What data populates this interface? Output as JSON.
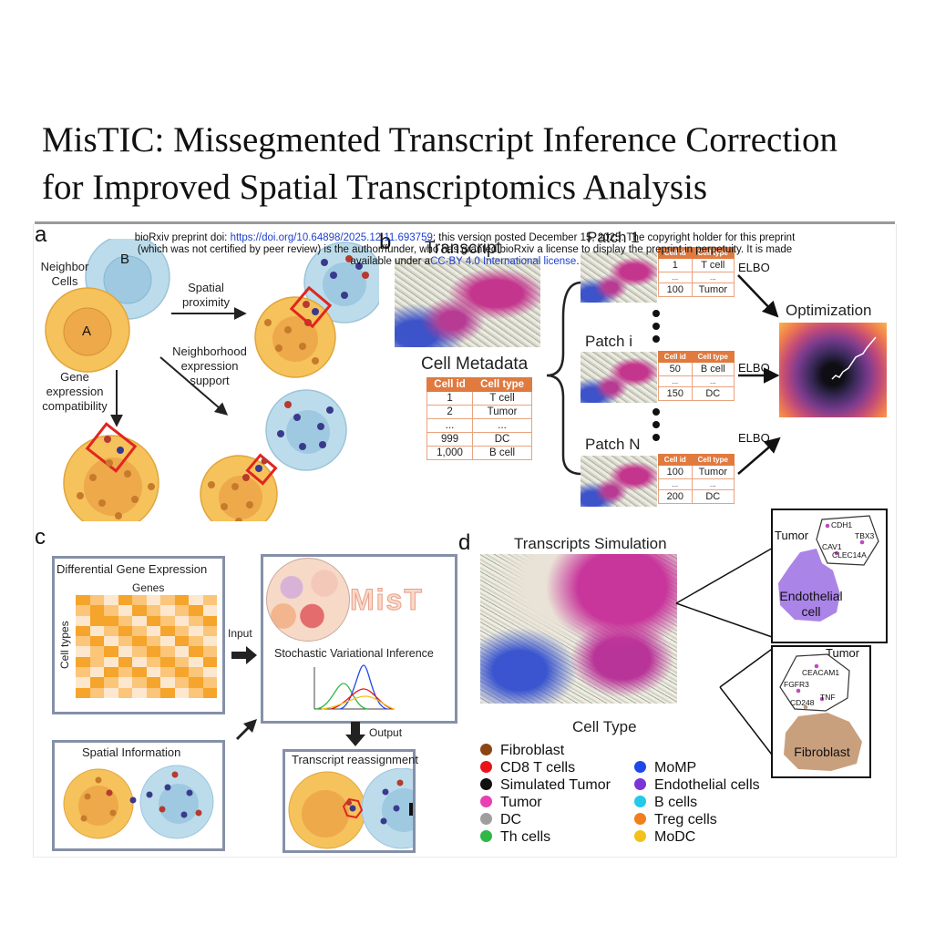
{
  "title": {
    "line1": "MisTIC: Missegmented Transcript Inference Correction",
    "line2": "for Improved Spatial Transcriptomics Analysis"
  },
  "notice": {
    "prefix": "bioRxiv preprint doi: ",
    "doi": "https://doi.org/10.64898/2025.12.11.693759",
    "mid": "; this version posted December 15, 2025. The copyright holder for this preprint",
    "line2": "(which was not certified by peer review) is the author/funder, who has granted bioRxiv a license to display the preprint in perpetuity. It is made",
    "line3_prefix": "available under a",
    "license": "CC-BY 4.0 International license",
    "line3_suffix": "."
  },
  "panel_a": {
    "label": "a",
    "neighbor_cells": "Neighbor\nCells",
    "cell_b": "B",
    "cell_a": "A",
    "spatial_proximity": "Spatial\nproximity",
    "neighborhood": "Neighborhood\nexpression\nsupport",
    "gene_expression": "Gene\nexpression\ncompatibility"
  },
  "panel_b": {
    "label": "b",
    "transcript": "Transcript",
    "cell_metadata": "Cell Metadata",
    "meta_headers": [
      "Cell id",
      "Cell type"
    ],
    "meta_rows": [
      [
        "1",
        "T cell"
      ],
      [
        "2",
        "Tumor"
      ],
      [
        "...",
        "..."
      ],
      [
        "999",
        "DC"
      ],
      [
        "1,000",
        "B cell"
      ]
    ],
    "patch1": "Patch 1",
    "patchi": "Patch i",
    "patchN": "Patch N",
    "patch_headers": [
      "Cell id",
      "Cell type"
    ],
    "patch1_rows": [
      [
        "1",
        "T cell"
      ],
      [
        "...",
        "..."
      ],
      [
        "100",
        "Tumor"
      ]
    ],
    "patchi_rows": [
      [
        "50",
        "B cell"
      ],
      [
        "...",
        "..."
      ],
      [
        "150",
        "DC"
      ]
    ],
    "patchN_rows": [
      [
        "100",
        "Tumor"
      ],
      [
        "...",
        "..."
      ],
      [
        "200",
        "DC"
      ]
    ],
    "elbo": "ELBO",
    "optimization": "Optimization"
  },
  "panel_c": {
    "label": "c",
    "dge_title": "Differential Gene Expression",
    "genes": "Genes",
    "cell_types": "Cell types",
    "input": "Input",
    "logo_text": "MisT",
    "svi": "Stochastic Variational Inference",
    "output": "Output",
    "spatial_info": "Spatial Information",
    "reassignment": "Transcript reassignment",
    "heatmap": [
      [
        3,
        2,
        1,
        3,
        2,
        1,
        2,
        3,
        1,
        2
      ],
      [
        2,
        3,
        2,
        1,
        3,
        2,
        1,
        2,
        3,
        1
      ],
      [
        1,
        3,
        3,
        2,
        1,
        3,
        2,
        1,
        2,
        3
      ],
      [
        3,
        1,
        2,
        3,
        2,
        1,
        3,
        2,
        1,
        2
      ],
      [
        2,
        3,
        1,
        2,
        3,
        2,
        1,
        3,
        2,
        1
      ],
      [
        1,
        2,
        3,
        1,
        2,
        3,
        2,
        1,
        3,
        2
      ],
      [
        3,
        2,
        1,
        3,
        1,
        2,
        3,
        2,
        1,
        3
      ],
      [
        2,
        1,
        3,
        2,
        3,
        1,
        2,
        3,
        2,
        1
      ],
      [
        1,
        3,
        2,
        1,
        2,
        3,
        1,
        2,
        3,
        2
      ],
      [
        3,
        2,
        1,
        2,
        1,
        2,
        3,
        1,
        2,
        3
      ]
    ]
  },
  "panel_d": {
    "label": "d",
    "sim_title": "Transcripts Simulation",
    "cell_type_title": "Cell Type",
    "legend": [
      {
        "label": "Fibroblast",
        "color": "#8b4513"
      },
      {
        "label": "CD8 T cells",
        "color": "#e8141a"
      },
      {
        "label": "Simulated Tumor",
        "color": "#111111"
      },
      {
        "label": "Tumor",
        "color": "#e83fb4"
      },
      {
        "label": "DC",
        "color": "#9e9e9e"
      },
      {
        "label": "Th cells",
        "color": "#2fb845"
      },
      {
        "label": "MoMP",
        "color": "#1e49e8"
      },
      {
        "label": "Endothelial cells",
        "color": "#7b35d6"
      },
      {
        "label": "B cells",
        "color": "#22c9e8"
      },
      {
        "label": "Treg cells",
        "color": "#f07f1e"
      },
      {
        "label": "MoDC",
        "color": "#f2c21b"
      }
    ],
    "inset1": {
      "tumor": "Tumor",
      "genes": [
        "CDH1",
        "TBX3",
        "CAV1",
        "CLEC14A"
      ],
      "cell": "Endothelial\ncell"
    },
    "inset2": {
      "tumor": "Tumor",
      "genes": [
        "CEACAM1",
        "FGFR3",
        "TNF",
        "CD248"
      ],
      "cell": "Fibroblast"
    }
  },
  "colors": {
    "tumor_cell": "#f6c25b",
    "neighbor_cell": "#bcdcec",
    "highlight": "#e0261f",
    "table_header": "#e07a3f",
    "panel_border": "#8590a8"
  }
}
